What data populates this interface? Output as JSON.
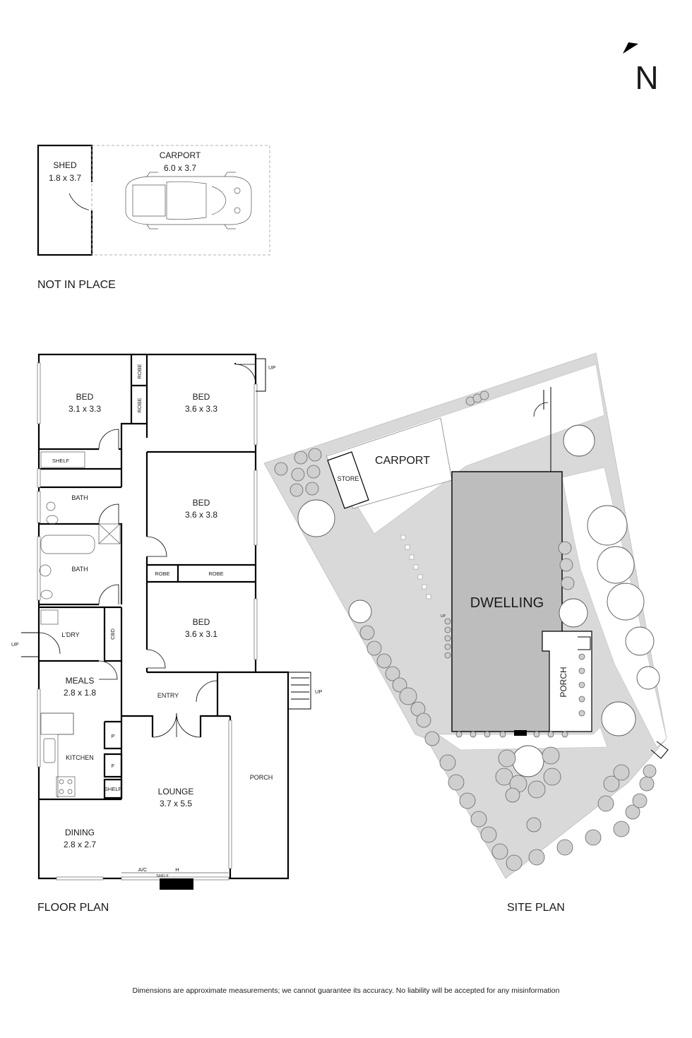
{
  "compass": {
    "north": "N"
  },
  "outbuildings": {
    "shed": {
      "name": "SHED",
      "size": "1.8 x 3.7"
    },
    "carport": {
      "name": "CARPORT",
      "size": "6.0 x 3.7"
    },
    "caption": "NOT IN PLACE"
  },
  "floor_plan": {
    "caption": "FLOOR PLAN",
    "rooms": {
      "bed1": {
        "name": "BED",
        "size": "3.1 x 3.3"
      },
      "bed2": {
        "name": "BED",
        "size": "3.6 x 3.3"
      },
      "bed3": {
        "name": "BED",
        "size": "3.6 x 3.8"
      },
      "bed4": {
        "name": "BED",
        "size": "3.6 x 3.1"
      },
      "bath1": {
        "name": "BATH"
      },
      "bath2": {
        "name": "BATH"
      },
      "laundry": {
        "name": "L'DRY"
      },
      "meals": {
        "name": "MEALS",
        "size": "2.8 x 1.8"
      },
      "kitchen": {
        "name": "KITCHEN"
      },
      "dining": {
        "name": "DINING",
        "size": "2.8 x 2.7"
      },
      "lounge": {
        "name": "LOUNGE",
        "size": "3.7 x 5.5"
      },
      "entry": {
        "name": "ENTRY"
      },
      "porch": {
        "name": "PORCH"
      }
    },
    "fixtures": {
      "robe": "ROBE",
      "shelf": "SHELF",
      "cbd": "CBD",
      "pantry": "P",
      "fridge": "F",
      "ac": "A/C",
      "heater": "H",
      "up": "UP"
    }
  },
  "site_plan": {
    "caption": "SITE PLAN",
    "dwelling": "DWELLING",
    "carport": "CARPORT",
    "store": "STORE",
    "porch": "PORCH",
    "up": "UP"
  },
  "disclaimer": "Dimensions are approximate measurements; we cannot guarantee its accuracy. No liability will be accepted for any misinformation"
}
